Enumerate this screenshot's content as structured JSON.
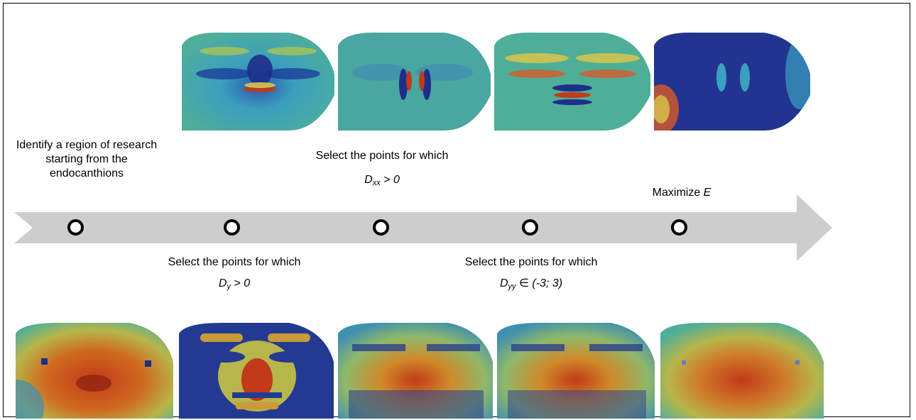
{
  "steps": [
    {
      "label": "Identify a region of research starting from the endocanthions",
      "formula_prefix": "",
      "formula_sub": "",
      "formula_suffix": ""
    },
    {
      "label": "Select the points for which",
      "formula_prefix": "D",
      "formula_sub": "y",
      "formula_suffix": " > 0"
    },
    {
      "label": "Select the points for which",
      "formula_prefix": "D",
      "formula_sub": "xx",
      "formula_suffix": " > 0"
    },
    {
      "label": "Select the points for which",
      "formula_prefix": "D",
      "formula_sub": "yy",
      "formula_suffix": " ∈ (-3; 3)"
    },
    {
      "label": "Maximize",
      "formula_prefix": "E",
      "formula_sub": "",
      "formula_suffix": ""
    }
  ],
  "colors": {
    "arrow": "#cdcdcd",
    "node_border": "#000000",
    "heatmap_low": "#1d2f7a",
    "heatmap_mid": "#2fa39a",
    "heatmap_high": "#c23a1a",
    "heatmap_yellow": "#d8c54a"
  },
  "top_images": [
    "Dy-heatmap",
    "Dxx-heatmap",
    "Dyy-heatmap",
    "E-heatmap"
  ],
  "bottom_images": [
    "depth-map-with-endocanthions",
    "Dy-mask",
    "Dxx-mask",
    "Dyy-mask",
    "result-depth-map"
  ]
}
